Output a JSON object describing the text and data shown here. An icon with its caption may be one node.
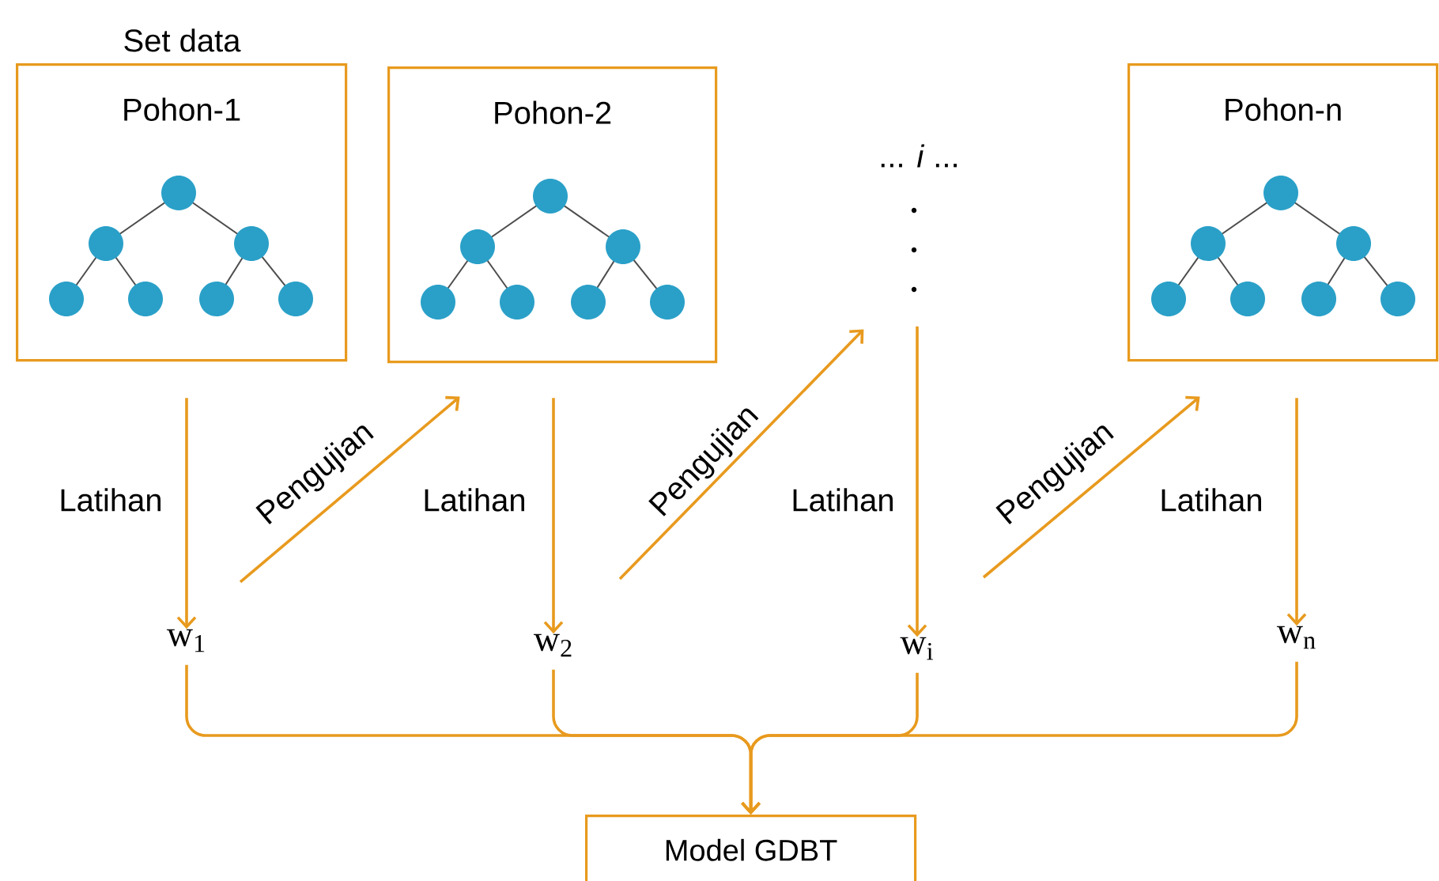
{
  "diagram": {
    "nodes": [
      {
        "text": [
          "Pohon-1"
        ],
        "beside": [
          "Set data"
        ]
      },
      {
        "text": [
          "Pohon-2"
        ]
      },
      {
        "text": [
          "... *i* ..."
        ]
      },
      {
        "text": [
          "Pohon-n"
        ]
      },
      {
        "text": [
          "w$_{1}$"
        ]
      },
      {
        "text": [
          "w$_{2}$"
        ]
      },
      {
        "text": [
          "w$_{i}$"
        ]
      },
      {
        "text": [
          "w$_{n}$"
        ]
      },
      {
        "text": [
          "Model GDBT"
        ]
      }
    ],
    "edges": [
      {
        "from": 0,
        "to": 4,
        "arrow": "to",
        "label": "Latihan"
      },
      {
        "from": 4,
        "to": 1,
        "arrow": "to",
        "label": "Pengujian"
      },
      {
        "from": 1,
        "to": 5,
        "arrow": "to",
        "label": "Latihan"
      },
      {
        "from": 5,
        "to": 2,
        "arrow": "to",
        "label": "Pengujian"
      },
      {
        "from": 2,
        "to": 6,
        "arrow": "to",
        "label": "Latihan"
      },
      {
        "from": 6,
        "to": 3,
        "arrow": "to",
        "label": "Pengujian"
      },
      {
        "from": 3,
        "to": 7,
        "arrow": "to",
        "label": "Latihan"
      },
      {
        "from": 4,
        "to": 8,
        "arrow": "to"
      },
      {
        "from": 5,
        "to": 8,
        "arrow": "to"
      },
      {
        "from": 6,
        "to": 8,
        "arrow": "to"
      },
      {
        "from": 7,
        "to": 8,
        "arrow": "to"
      }
    ]
  }
}
